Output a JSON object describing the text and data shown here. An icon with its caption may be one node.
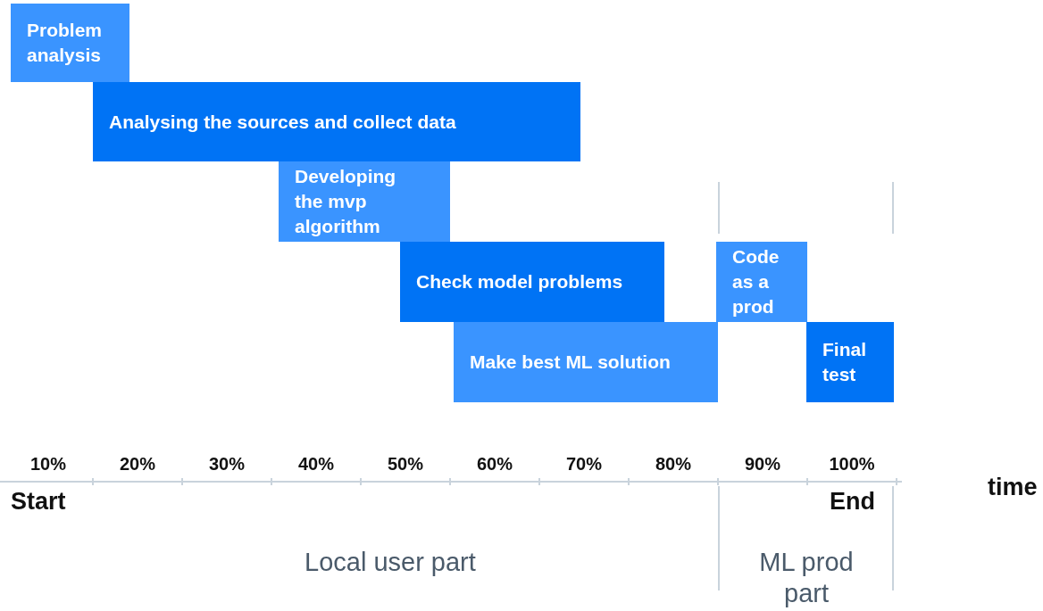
{
  "diagram": {
    "nodes": [
      {
        "text": [
          "Problem analysis"
        ]
      },
      {
        "text": [
          "Analysing the sources and collect data"
        ]
      },
      {
        "text": [
          "Developing the mvp algorithm"
        ]
      },
      {
        "text": [
          "Check model problems"
        ]
      },
      {
        "text": [
          "Make best ML solution"
        ]
      },
      {
        "text": [
          "Code as a prod"
        ]
      },
      {
        "text": [
          "Final test"
        ]
      }
    ],
    "labels": [
      "10%",
      "20%",
      "30%",
      "40%",
      "50%",
      "60%",
      "70%",
      "80%",
      "90%",
      "100%",
      "time",
      "Start",
      "End",
      "Local user part",
      "ML prod part"
    ]
  }
}
